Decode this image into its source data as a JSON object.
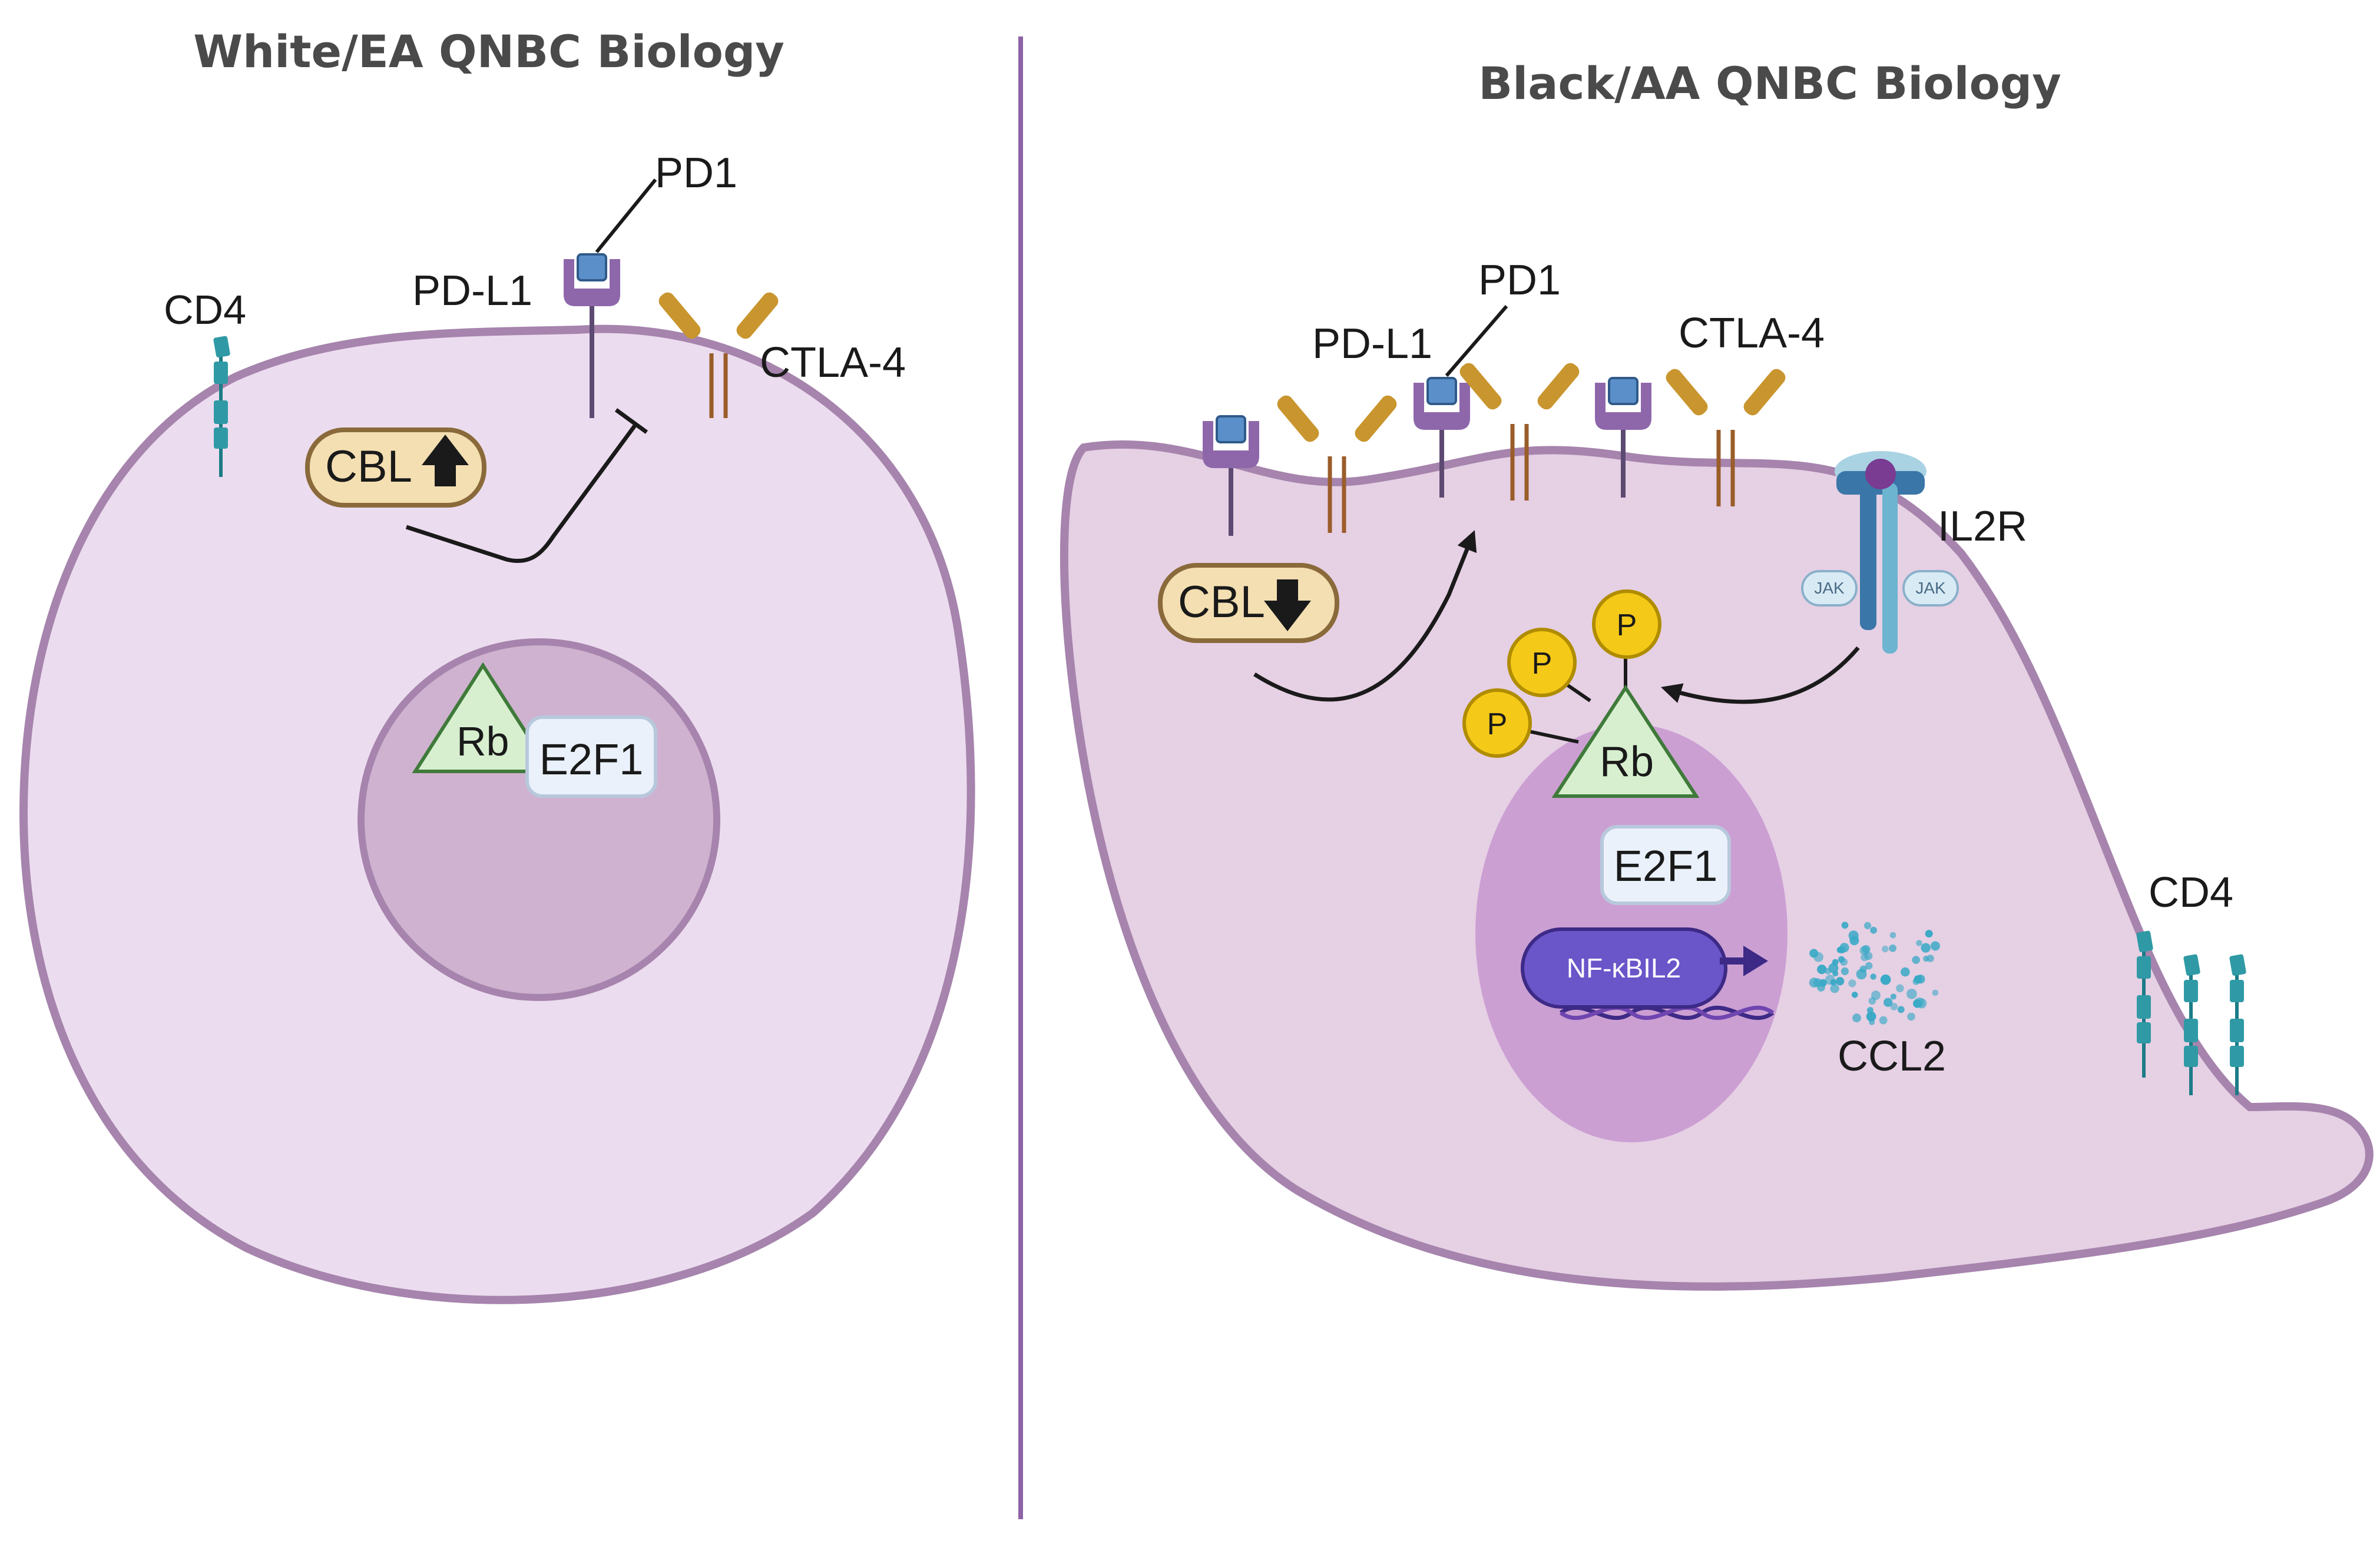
{
  "colors": {
    "membrane": "#a684ad",
    "cytoplasm_left": "#ecdcef",
    "cytoplasm_right": "#e6d0e4",
    "nucleus_left": "#cfb2d0",
    "nucleus_right": "#cc9fd3",
    "divider": "#8d63a6",
    "pdl1": "#8e67ab",
    "pd1": "#5b8fc9",
    "ctla4": "#c9952e",
    "cd4": "#2f9aa5",
    "cbl": "#f4dfb2",
    "rb": "#d7efcf",
    "e2f1": "#eaf1fb",
    "phospho": "#f4c918",
    "nfkb": "#6a55c9",
    "ccl2": "#3aa9c6",
    "il2r": "#3a76a8"
  },
  "left_panel": {
    "title": "White/EA QNBC Biology",
    "labels": {
      "cd4": "CD4",
      "pd1": "PD1",
      "pdl1": "PD-L1",
      "ctla4": "CTLA-4",
      "cbl": "CBL",
      "rb": "Rb",
      "e2f1": "E2F1"
    },
    "icons": {
      "cbl_arrow": "arrow-up-icon",
      "cbl_to_pdl1": "inhibition-arrow-icon"
    }
  },
  "right_panel": {
    "title": "Black/AA QNBC Biology",
    "labels": {
      "pd1": "PD1",
      "pdl1": "PD-L1",
      "ctla4": "CTLA-4",
      "il2r": "IL2R",
      "jak": "JAK",
      "cbl": "CBL",
      "phospho": "P",
      "rb": "Rb",
      "e2f1": "E2F1",
      "nfkb": "NF-κBIL2",
      "ccl2": "CCL2",
      "cd4": "CD4"
    },
    "icons": {
      "cbl_arrow": "arrow-down-icon",
      "cbl_to_pdl1": "activation-arrow-icon",
      "il2r_to_rb": "activation-arrow-icon",
      "dna": "dna-helix-icon",
      "ccl2": "chemokine-dots-icon"
    }
  }
}
